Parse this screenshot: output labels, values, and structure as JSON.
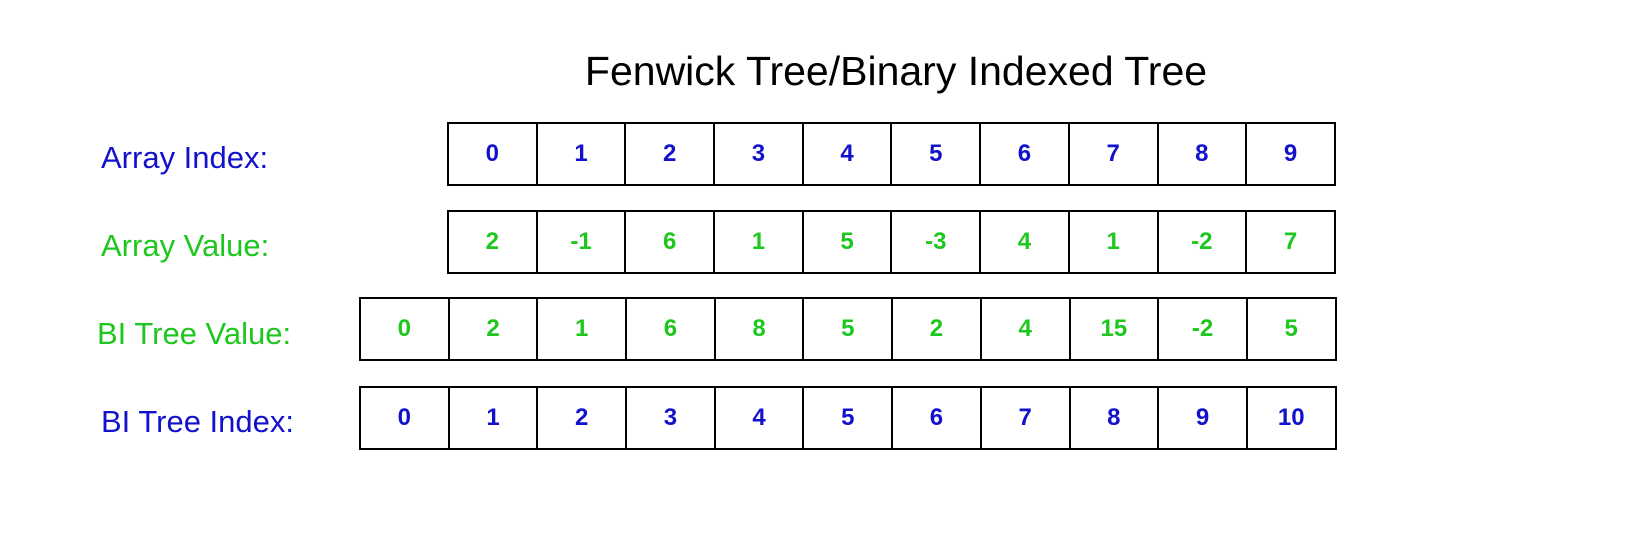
{
  "title": "Fenwick Tree/Binary Indexed Tree",
  "colors": {
    "blue": "#1212cc",
    "green": "#1ec71e"
  },
  "rows": [
    {
      "label": "Array Index:",
      "color": "blue",
      "cells": [
        "0",
        "1",
        "2",
        "3",
        "4",
        "5",
        "6",
        "7",
        "8",
        "9"
      ]
    },
    {
      "label": "Array Value:",
      "color": "green",
      "cells": [
        "2",
        "-1",
        "6",
        "1",
        "5",
        "-3",
        "4",
        "1",
        "-2",
        "7"
      ]
    },
    {
      "label": "BI Tree Value:",
      "color": "green",
      "cells": [
        "0",
        "2",
        "1",
        "6",
        "8",
        "5",
        "2",
        "4",
        "15",
        "-2",
        "5"
      ]
    },
    {
      "label": "BI Tree Index:",
      "color": "blue",
      "cells": [
        "0",
        "1",
        "2",
        "3",
        "4",
        "5",
        "6",
        "7",
        "8",
        "9",
        "10"
      ]
    }
  ]
}
